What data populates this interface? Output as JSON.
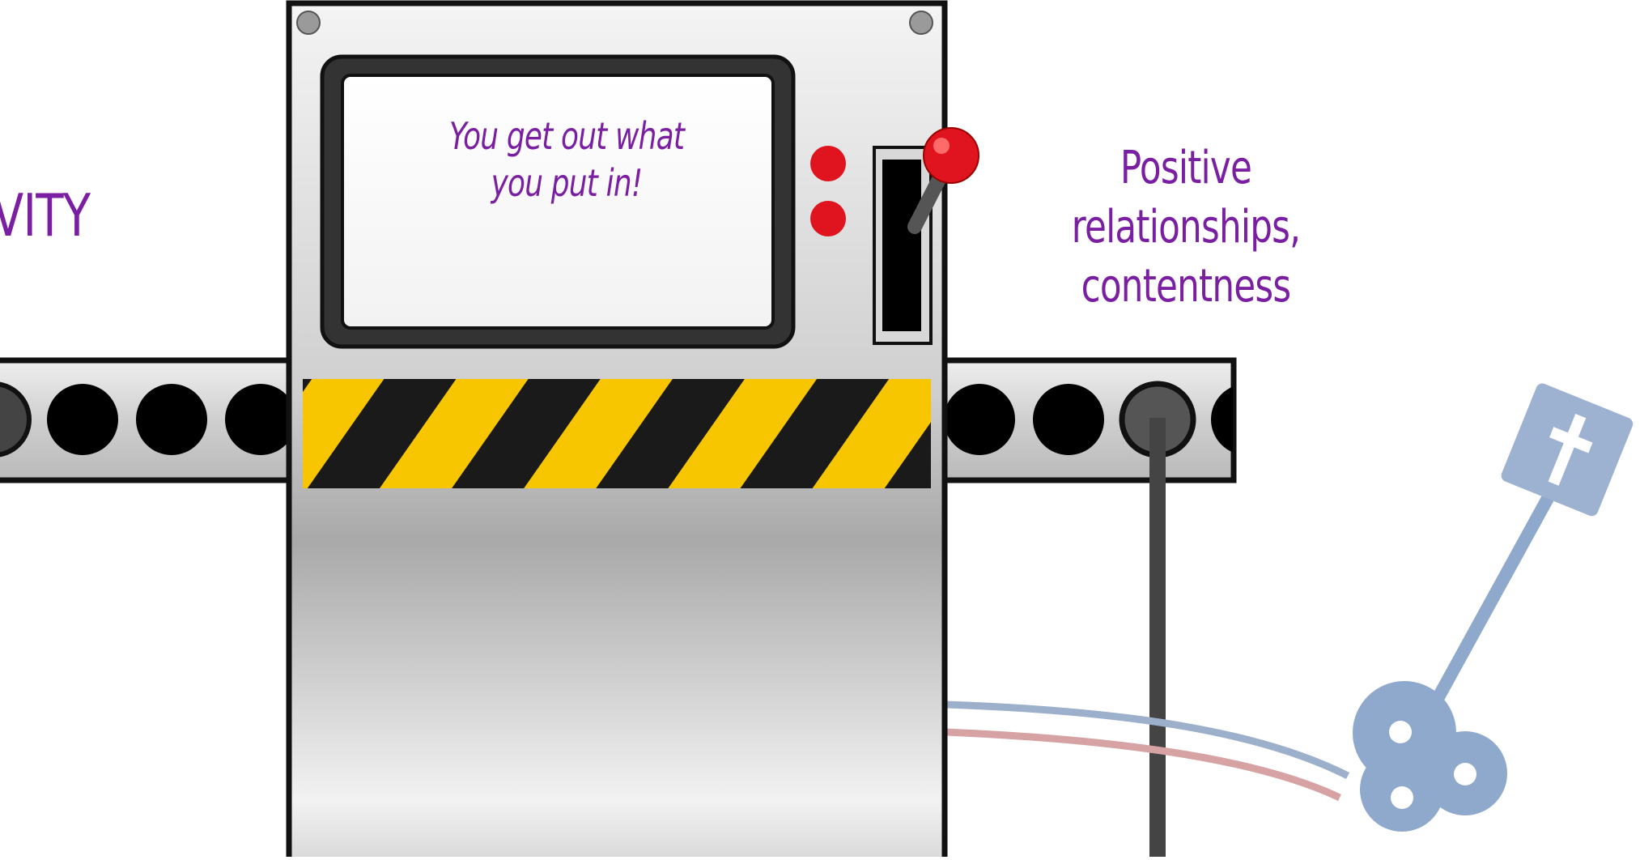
{
  "labels": {
    "left_word": "VITY",
    "screen_message_line1": "You get out what",
    "screen_message_line2": "you put in!",
    "output_line1": "Positive relationships,",
    "output_line2": "contentness"
  },
  "icons": [
    "cross-icon",
    "wind-up-key-icon",
    "lever-icon"
  ],
  "colors": {
    "text_purple": "#7a1fa2",
    "hazard_yellow": "#f7c600",
    "hazard_black": "#1a1a1a",
    "button_red": "#e0141e",
    "key_blue": "#8fa9cc"
  }
}
